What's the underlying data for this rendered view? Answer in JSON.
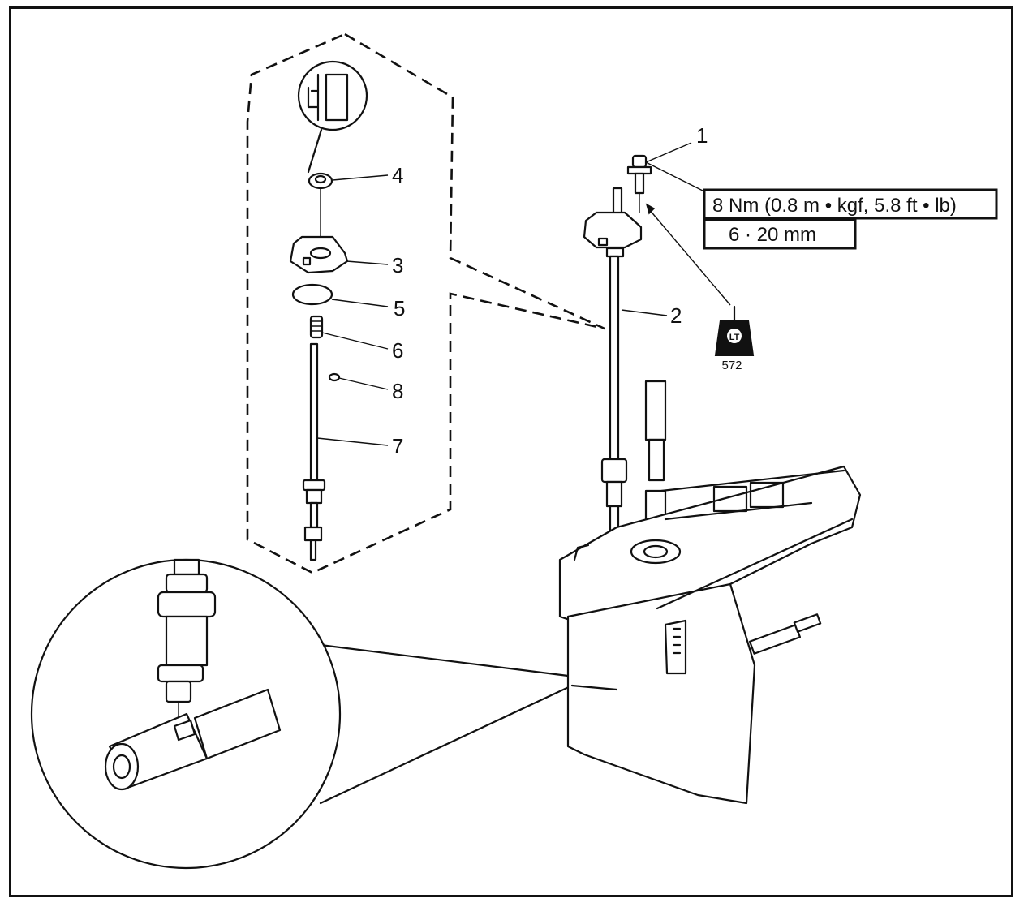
{
  "diagram": {
    "callouts": [
      {
        "id": "1",
        "text": "1"
      },
      {
        "id": "2",
        "text": "2"
      },
      {
        "id": "3",
        "text": "3"
      },
      {
        "id": "4",
        "text": "4"
      },
      {
        "id": "5",
        "text": "5"
      },
      {
        "id": "6",
        "text": "6"
      },
      {
        "id": "7",
        "text": "7"
      },
      {
        "id": "8",
        "text": "8"
      }
    ],
    "torque_spec": "8 Nm (0.8 m • kgf, 5.8 ft • lb)",
    "bolt_size": "6 · 20 mm",
    "threadlock": {
      "symbol": "LT",
      "number": "572"
    },
    "line_color": "#111111"
  }
}
